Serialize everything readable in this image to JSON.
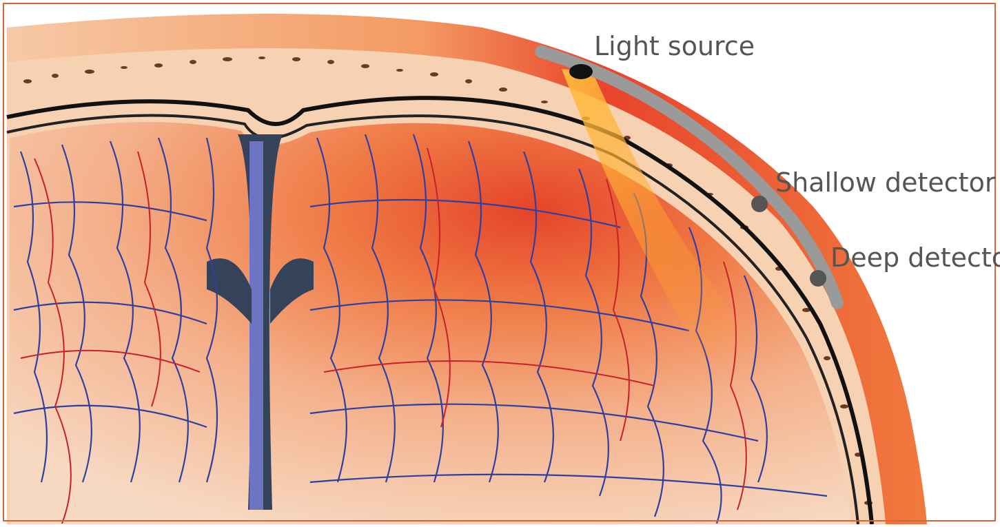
{
  "labels": {
    "light_source": "Light source",
    "shallow_detector": "Shallow detector",
    "deep_detector": "Deep detector"
  },
  "colors": {
    "frame": "#d9633a",
    "scalp": "#f08a4b",
    "skull": "#f6d2b3",
    "brain": "#f3a073",
    "light_beam": "#f7a51f",
    "vein": "#2d3fa0",
    "artery": "#c8202a",
    "probe": "#9a9a9a",
    "label_text": "#555555"
  },
  "icons": [
    "light-source-marker",
    "shallow-detector-marker",
    "deep-detector-marker"
  ]
}
